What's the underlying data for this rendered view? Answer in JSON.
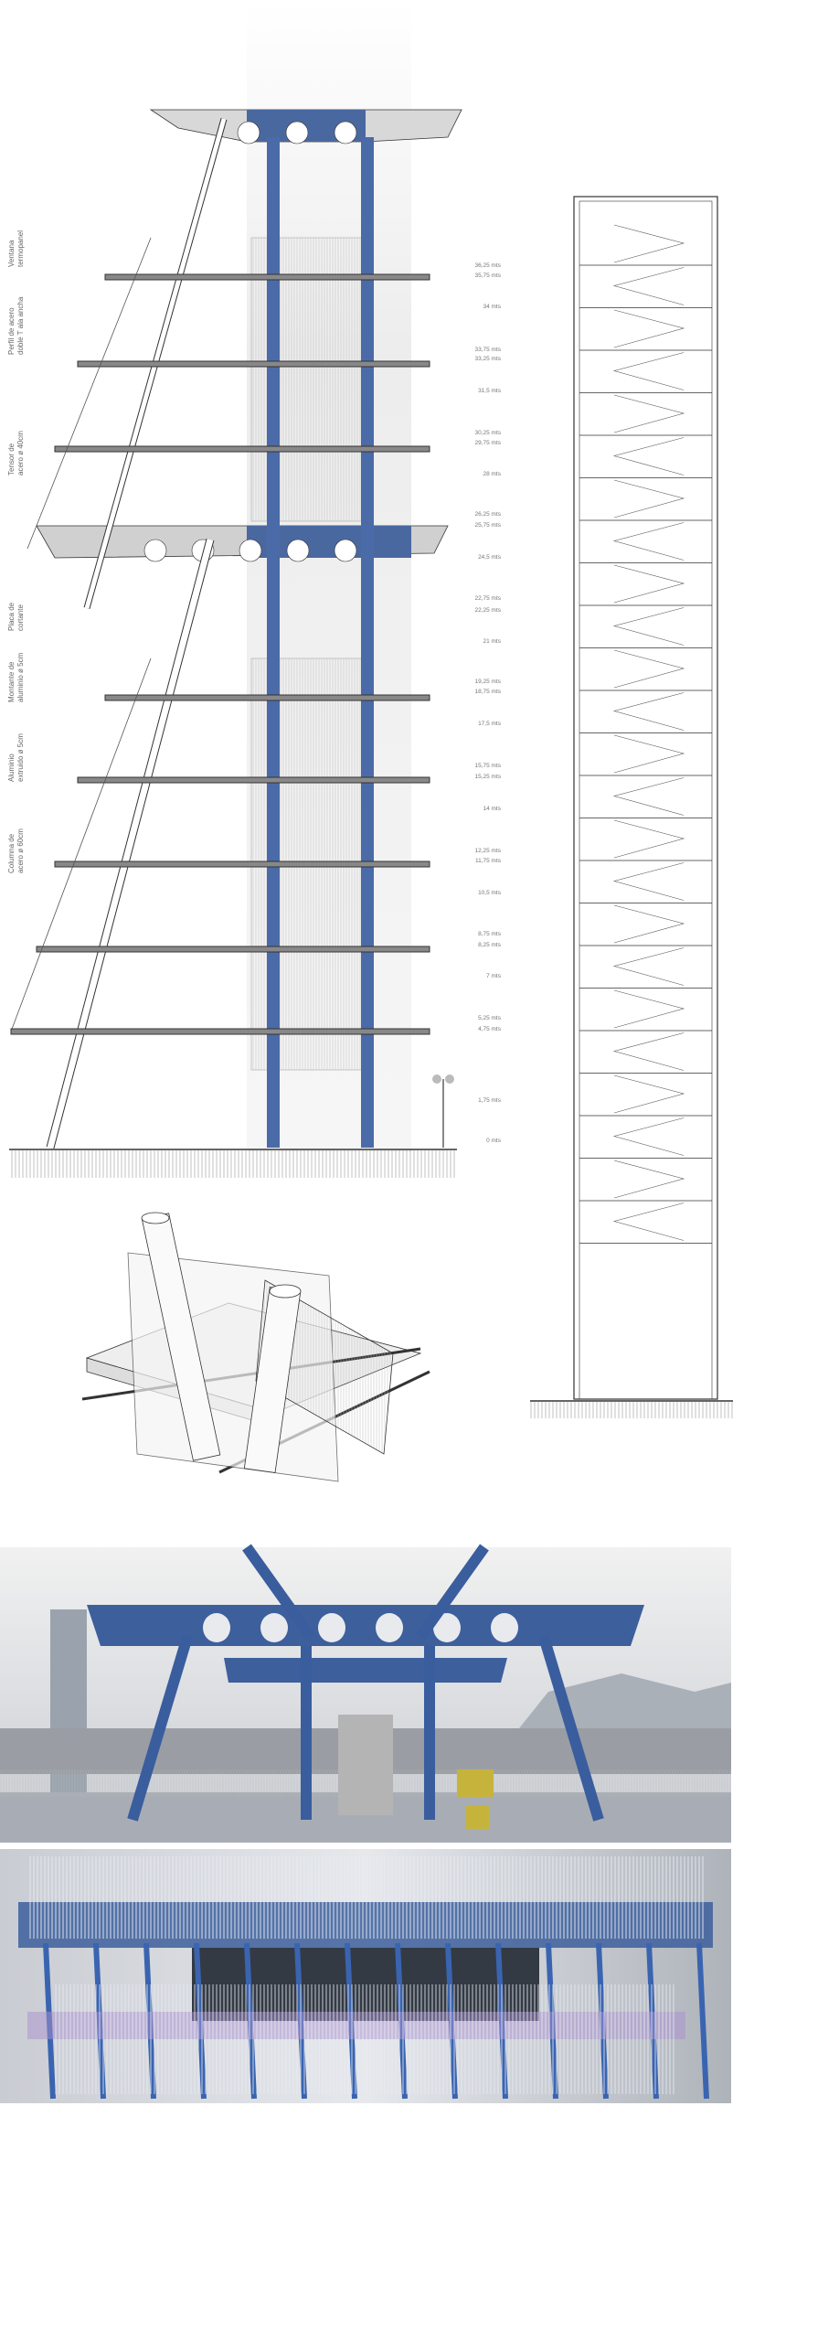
{
  "annotations": [
    {
      "text": "Ventana\ntermopanel"
    },
    {
      "text": "Perfil de acero\ndoble T ala ancha"
    },
    {
      "text": "Tensor de\nacero ø 40cm"
    },
    {
      "text": "Placa de\ncortante"
    },
    {
      "text": "Montante de\naluminio ø 5cm"
    },
    {
      "text": "Aluminio\nextruido ø 5cm"
    },
    {
      "text": "Columna de\nacero ø 60cm"
    }
  ],
  "levels": [
    "36,25 mts",
    "35,75 mts",
    "34 mts",
    "33,75 mts",
    "33,25 mts",
    "31,5 mts",
    "30,25 mts",
    "29,75 mts",
    "28 mts",
    "26,25 mts",
    "25,75 mts",
    "24,5 mts",
    "22,75 mts",
    "22,25 mts",
    "21 mts",
    "19,25 mts",
    "18,75 mts",
    "17,5 mts",
    "15,75 mts",
    "15,25 mts",
    "14 mts",
    "12,25 mts",
    "11,75 mts",
    "10,5 mts",
    "8,75 mts",
    "8,25 mts",
    "7 mts",
    "5,25 mts",
    "4,75 mts",
    "1,75 mts",
    "0 mts"
  ],
  "colors": {
    "steel_blue": "#3d5f9c",
    "line": "#333333",
    "glass": "#d9d9d9"
  }
}
